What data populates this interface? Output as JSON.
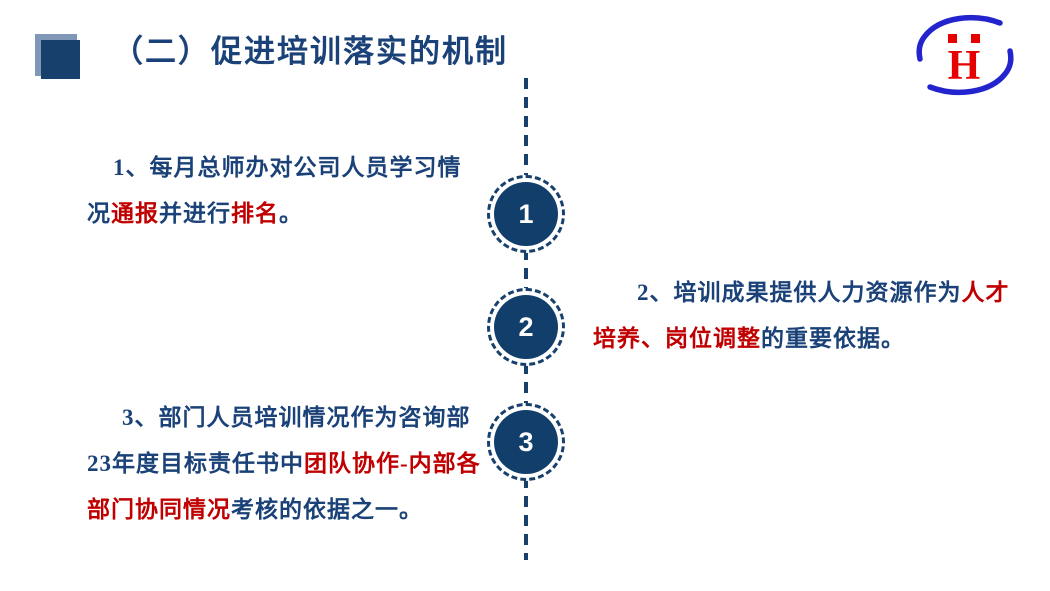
{
  "slide": {
    "title": "（二）促进培训落实的机制"
  },
  "logo": {
    "letter": "H"
  },
  "colors": {
    "navy": "#17406D",
    "text_navy": "#1B4278",
    "red": "#C00000",
    "square_light": "#8197B7",
    "circle_fill": "#123E6B",
    "logo_blue": "#2424CE",
    "logo_red": "#E60000"
  },
  "timeline": {
    "nodes": [
      "1",
      "2",
      "3"
    ]
  },
  "points": [
    {
      "lines": [
        [
          {
            "t": "1、每月总师办对公司人员学习情",
            "c": "navy"
          }
        ],
        [
          {
            "t": "况",
            "c": "navy"
          },
          {
            "t": "通报",
            "c": "red"
          },
          {
            "t": "并进行",
            "c": "navy"
          },
          {
            "t": "排名",
            "c": "red"
          },
          {
            "t": "。",
            "c": "navy"
          }
        ]
      ]
    },
    {
      "lines": [
        [
          {
            "t": "2、培训成果提供人力资源作为",
            "c": "navy"
          },
          {
            "t": "人才",
            "c": "red"
          }
        ],
        [
          {
            "t": "培养、岗位调整",
            "c": "red"
          },
          {
            "t": "的重要依据。",
            "c": "navy"
          }
        ]
      ]
    },
    {
      "lines": [
        [
          {
            "t": "3、部门人员培训情况作为咨询部",
            "c": "navy"
          }
        ],
        [
          {
            "t": "23年度目标责任书中",
            "c": "navy"
          },
          {
            "t": "团队协作-内部各",
            "c": "red"
          }
        ],
        [
          {
            "t": "部门协同情况",
            "c": "red"
          },
          {
            "t": "考核的依据之一。",
            "c": "navy"
          }
        ]
      ]
    }
  ]
}
